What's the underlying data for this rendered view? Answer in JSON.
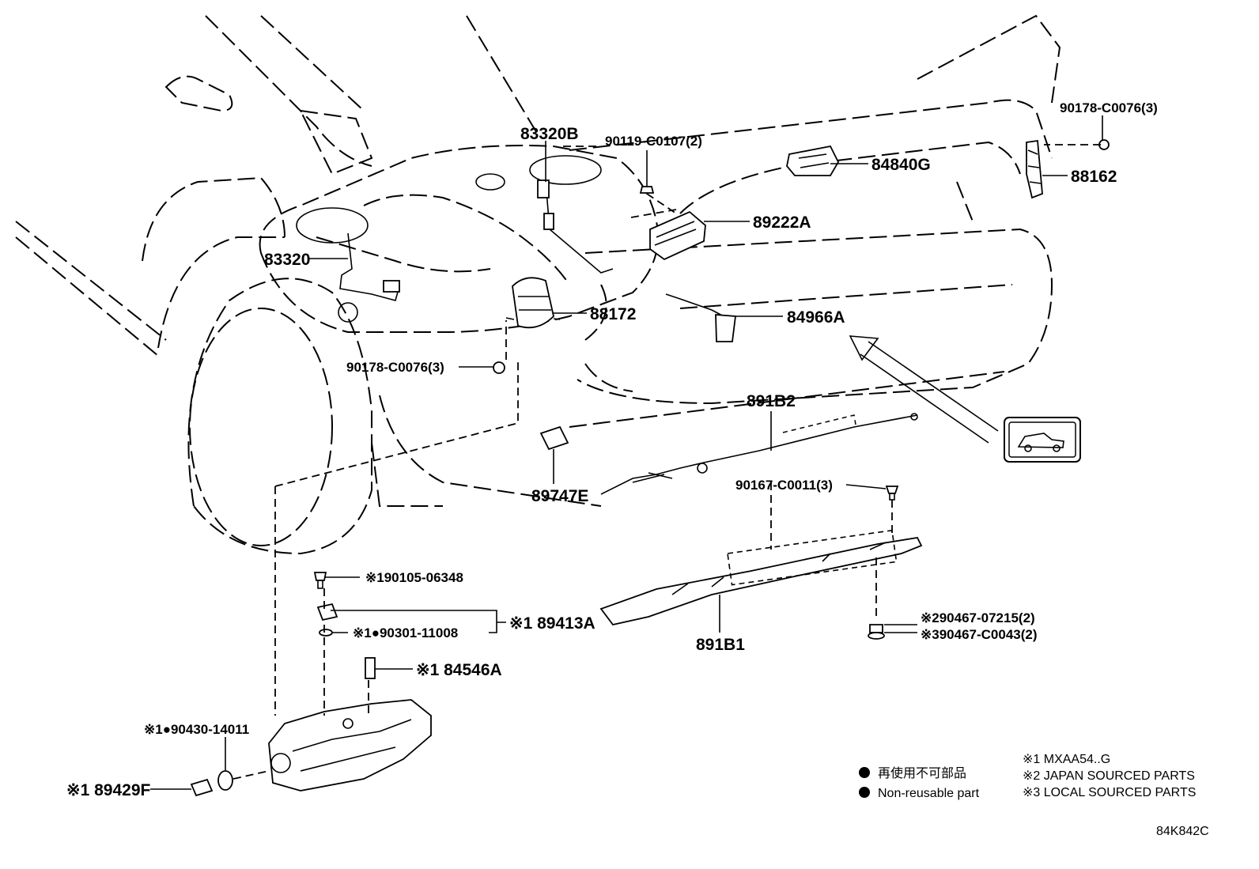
{
  "diagram_id": "84K842C",
  "callouts": {
    "p83320B": "83320B",
    "p83320": "83320",
    "p90119": "90119-C0107(2)",
    "p84840G": "84840G",
    "p90178_top": "90178-C0076(3)",
    "p88162": "88162",
    "p89222A": "89222A",
    "p88172": "88172",
    "p84966A": "84966A",
    "p90178_mid": "90178-C0076(3)",
    "p891B2": "891B2",
    "p89747E": "89747E",
    "p90167": "90167-C0011(3)",
    "p90105": "※190105-06348",
    "p89413A": "※1 89413A",
    "p90301": "※1●90301-11008",
    "p84546A": "※1 84546A",
    "p891B1": "891B1",
    "p90467a": "※290467-07215(2)",
    "p90467b": "※390467-C0043(2)",
    "p90430": "※1●90430-14011",
    "p89429F": "※1 89429F"
  },
  "legend": {
    "non_reusable_jp": "再使用不可部品",
    "non_reusable_en": "Non-reusable part"
  },
  "notes": {
    "n1": "※1 MXAA54..G",
    "n2": "※2 JAPAN SOURCED PARTS",
    "n3": "※3 LOCAL SOURCED PARTS"
  },
  "icons": {
    "view_icon": "vehicle-rear-view-icon",
    "bullet": "non-reusable-dot-icon"
  }
}
